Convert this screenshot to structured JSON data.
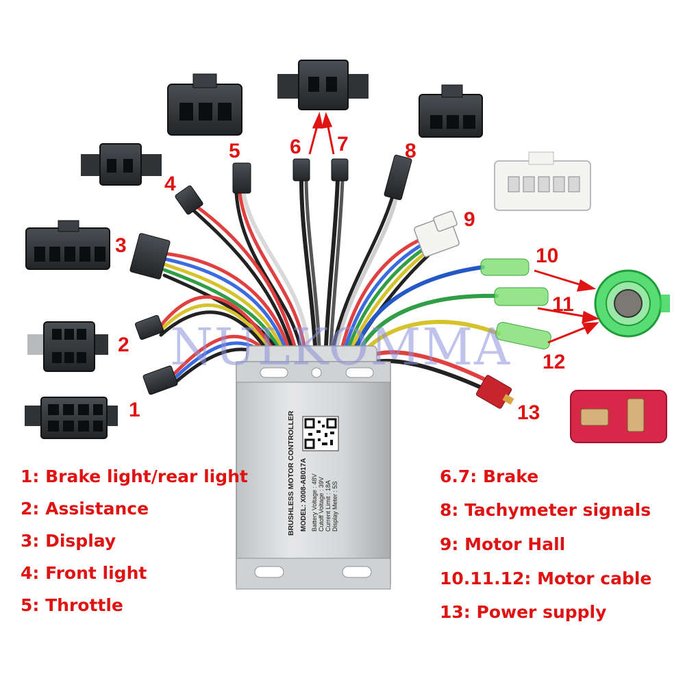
{
  "watermark": "NULKOMMA",
  "controller": {
    "title": "BRUSHLESS MOTOR CONTROLLER",
    "model": "MODEL: X008-AB017A",
    "specs": [
      "Battery Voltage : 48V",
      "Cutoff Voltage : 39V",
      "Current Limit : 18A",
      "Display Meter : 5S"
    ]
  },
  "numbers": [
    "1",
    "2",
    "3",
    "4",
    "5",
    "6",
    "7",
    "8",
    "9",
    "10",
    "11",
    "12",
    "13"
  ],
  "legend_left": [
    "1: Brake light/rear light",
    "2: Assistance",
    "3: Display",
    "4: Front light",
    "5: Throttle"
  ],
  "legend_right": [
    "6.7: Brake",
    "8: Tachymeter signals",
    "9: Motor Hall",
    "10.11.12: Motor cable",
    "13: Power supply"
  ],
  "colors": {
    "label_red": "#e01313",
    "connector_black": "#2b2b2b",
    "hall_white": "#f2f2f0",
    "motor_green": "#3cd65a",
    "power_red": "#d8284a"
  }
}
